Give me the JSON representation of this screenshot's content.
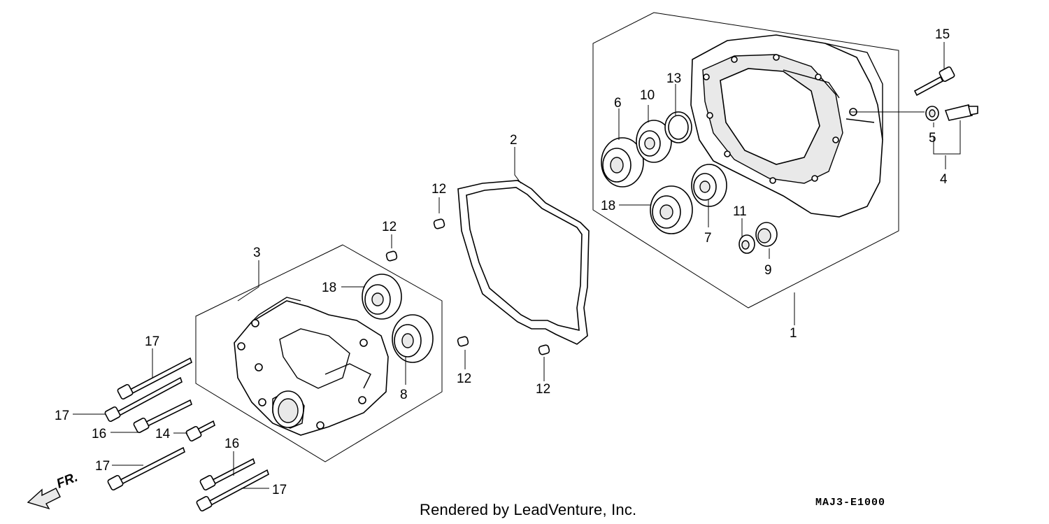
{
  "diagram": {
    "callouts": {
      "c1": "1",
      "c2": "2",
      "c3": "3",
      "c4": "4",
      "c5": "5",
      "c6": "6",
      "c7": "7",
      "c8": "8",
      "c9": "9",
      "c10": "10",
      "c11": "11",
      "c12a": "12",
      "c12b": "12",
      "c12c": "12",
      "c12d": "12",
      "c13": "13",
      "c14": "14",
      "c15": "15",
      "c16a": "16",
      "c16b": "16",
      "c17a": "17",
      "c17b": "17",
      "c17c": "17",
      "c17d": "17",
      "c18a": "18",
      "c18b": "18"
    },
    "front_indicator": "FR.",
    "credit": "Rendered by LeadVenture, Inc.",
    "diagram_code": "MAJ3-E1000"
  }
}
